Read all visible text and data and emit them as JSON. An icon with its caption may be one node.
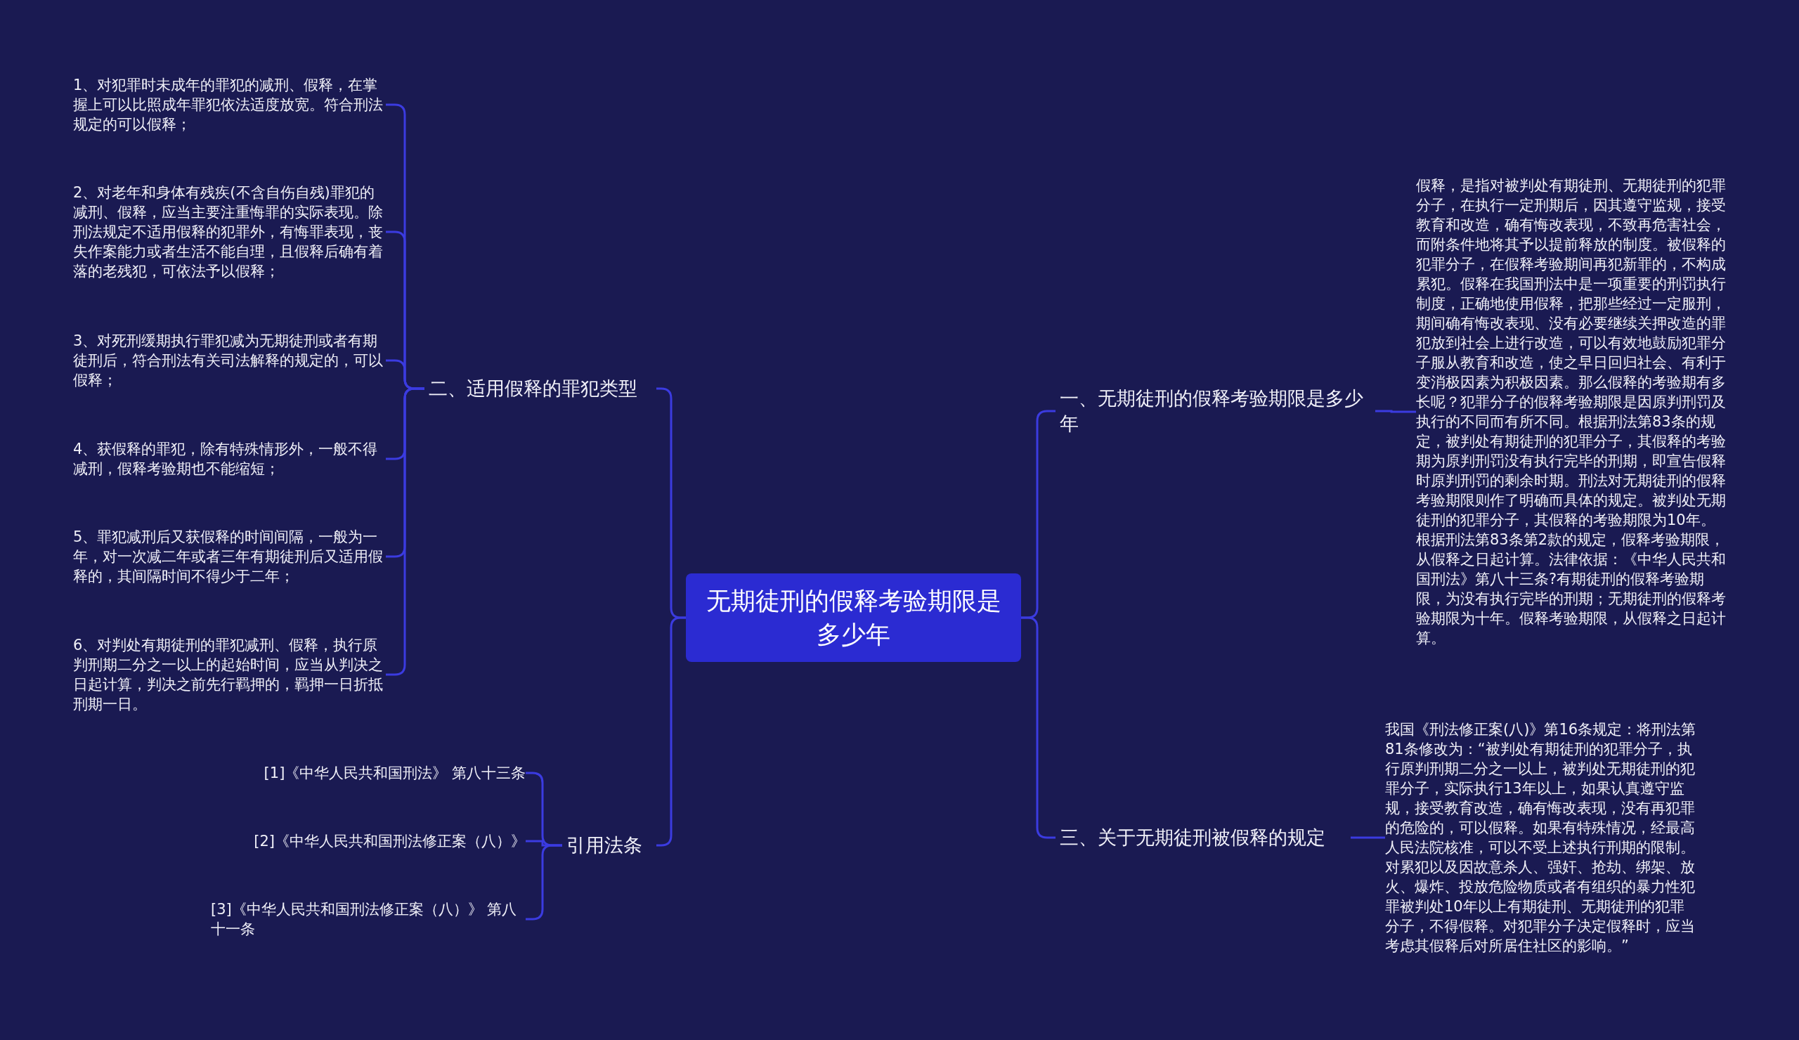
{
  "diagram": {
    "nodes": [
      {
        "text": [
          "无期徒刑的假释考验期限是多少年"
        ]
      },
      {
        "text": [
          "二、适用假释的罪犯类型"
        ]
      },
      {
        "text": [
          "1、对犯罪时未成年的罪犯的减刑、假释，在掌握上可以比照成年罪犯依法适度放宽。符合刑法规定的可以假释；"
        ]
      },
      {
        "text": [
          "2、对老年和身体有残疾(不含自伤自残)罪犯的减刑、假释，应当主要注重悔罪的实际表现。除刑法规定不适用假释的犯罪外，有悔罪表现，丧失作案能力或者生活不能自理，且假释后确有着落的老残犯，可依法予以假释；"
        ]
      },
      {
        "text": [
          "3、对死刑缓期执行罪犯减为无期徒刑或者有期徒刑后，符合刑法有关司法解释的规定的，可以假释；"
        ]
      },
      {
        "text": [
          "4、获假释的罪犯，除有特殊情形外，一般不得减刑，假释考验期也不能缩短；"
        ]
      },
      {
        "text": [
          "5、罪犯减刑后又获假释的时间间隔，一般为一年，对一次减二年或者三年有期徒刑后又适用假释的，其间隔时间不得少于二年；"
        ]
      },
      {
        "text": [
          "6、对判处有期徒刑的罪犯减刑、假释，执行原判刑期二分之一以上的起始时间，应当从判决之日起计算，判决之前先行羁押的，羁押一日折抵刑期一日。"
        ]
      },
      {
        "text": [
          "引用法条"
        ]
      },
      {
        "text": [
          "[1]《中华人民共和国刑法》 第八十三条"
        ]
      },
      {
        "text": [
          "[2]《中华人民共和国刑法修正案（八）》"
        ]
      },
      {
        "text": [
          "[3]《中华人民共和国刑法修正案（八）》 第八十一条"
        ]
      },
      {
        "text": [
          "一、无期徒刑的假释考验期限是多少年"
        ]
      },
      {
        "text": [
          "假释，是指对被判处有期徒刑、无期徒刑的犯罪分子，在执行一定刑期后，因其遵守监规，接受教育和改造，确有悔改表现，不致再危害社会，而附条件地将其予以提前释放的制度。被假释的犯罪分子，在假释考验期间再犯新罪的，不构成累犯。假释在我国刑法中是一项重要的刑罚执行制度，正确地使用假释，把那些经过一定服刑，期间确有悔改表现、没有必要继续关押改造的罪犯放到社会上进行改造，可以有效地鼓励犯罪分子服从教育和改造，使之早日回归社会、有利于变消极因素为积极因素。那么假释的考验期有多长呢？犯罪分子的假释考验期限是因原判刑罚及执行的不同而有所不同。根据刑法第83条的规定，被判处有期徒刑的犯罪分子，其假释的考验期为原判刑罚没有执行完毕的刑期，即宣告假释时原判刑罚的剩余时期。刑法对无期徒刑的假释考验期限则作了明确而具体的规定。被判处无期徒刑的犯罪分子，其假释的考验期限为10年。根据刑法第83条第2款的规定，假释考验期限，从假释之日起计算。法律依据：《中华人民共和国刑法》第八十三条?有期徒刑的假释考验期限，为没有执行完毕的刑期；无期徒刑的假释考验期限为十年。假释考验期限，从假释之日起计算。"
        ]
      },
      {
        "text": [
          "三、关于无期徒刑被假释的规定"
        ]
      },
      {
        "text": [
          "我国《刑法修正案(八)》第16条规定：将刑法第81条修改为：“被判处有期徒刑的犯罪分子，执行原判刑期二分之一以上，被判处无期徒刑的犯罪分子，实际执行13年以上，如果认真遵守监规，接受教育改造，确有悔改表现，没有再犯罪的危险的，可以假释。如果有特殊情况，经最高人民法院核准，可以不受上述执行刑期的限制。对累犯以及因故意杀人、强奸、抢劫、绑架、放火、爆炸、投放危险物质或者有组织的暴力性犯罪被判处10年以上有期徒刑、无期徒刑的犯罪分子，不得假释。对犯罪分子决定假释时，应当考虑其假释后对所居住社区的影响。”"
        ]
      }
    ],
    "edges": [
      {
        "from": 0,
        "to": 1,
        "arrow": "none"
      },
      {
        "from": 1,
        "to": 2,
        "arrow": "none"
      },
      {
        "from": 1,
        "to": 3,
        "arrow": "none"
      },
      {
        "from": 1,
        "to": 4,
        "arrow": "none"
      },
      {
        "from": 1,
        "to": 5,
        "arrow": "none"
      },
      {
        "from": 1,
        "to": 6,
        "arrow": "none"
      },
      {
        "from": 1,
        "to": 7,
        "arrow": "none"
      },
      {
        "from": 0,
        "to": 8,
        "arrow": "none"
      },
      {
        "from": 8,
        "to": 9,
        "arrow": "none"
      },
      {
        "from": 8,
        "to": 10,
        "arrow": "none"
      },
      {
        "from": 8,
        "to": 11,
        "arrow": "none"
      },
      {
        "from": 0,
        "to": 12,
        "arrow": "none"
      },
      {
        "from": 12,
        "to": 13,
        "arrow": "none"
      },
      {
        "from": 0,
        "to": 14,
        "arrow": "none"
      },
      {
        "from": 14,
        "to": 15,
        "arrow": "none"
      }
    ]
  }
}
